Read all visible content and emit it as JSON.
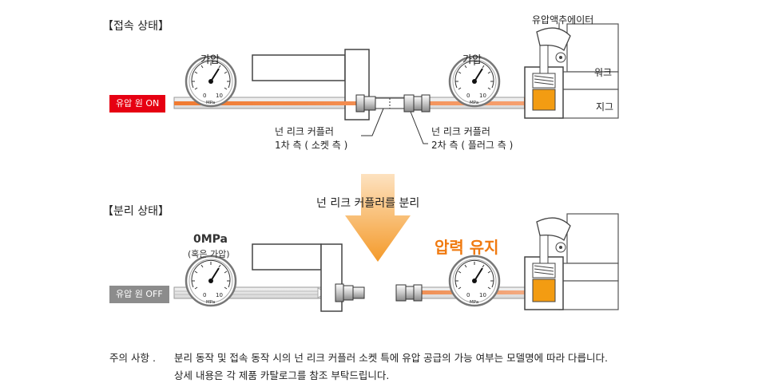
{
  "connected": {
    "title": "【접속 상태】",
    "source_label": "유압 원 ON",
    "gauge_left_label": "가압",
    "gauge_right_label": "가압",
    "gauge_unit": "MPa",
    "gauge_min": "0",
    "gauge_max": "10",
    "actuator_label": "유압액추에이터",
    "work_label": "워크",
    "jig_label": "지그",
    "socket_label_line1": "넌 리크 커플러",
    "socket_label_line2": "1차 측 ( 소켓 측 )",
    "plug_label_line1": "넌 리크 커플러",
    "plug_label_line2": "2차 측 ( 플러그 측 )"
  },
  "transition": {
    "label": "넌 리크 커플러를 분리"
  },
  "separated": {
    "title": "【분리 상태】",
    "source_label": "유압 원 OFF",
    "gauge_left_value": "0MPa",
    "gauge_left_sub": "(혹은 가압)",
    "pressure_hold_label": "압력 유지",
    "gauge_unit": "MPa",
    "gauge_min": "0",
    "gauge_max": "10"
  },
  "notes": {
    "heading": "주의 사항 .",
    "line1": "분리 동작 및 접속 동작 시의 넌 리크 커플러 소켓 특에 유압 공급의 가능 여부는 모델명에 따라 다릅니다.",
    "line2": "상세 내용은 각 제품 카탈로그를 참조 부탁드립니다."
  },
  "colors": {
    "on_red": "#e60012",
    "off_gray": "#8c8c8c",
    "oil_orange": "#f39c12",
    "flow_line": "#f07a30",
    "arrow_orange": "#f7a035",
    "hold_text": "#f07a10"
  }
}
